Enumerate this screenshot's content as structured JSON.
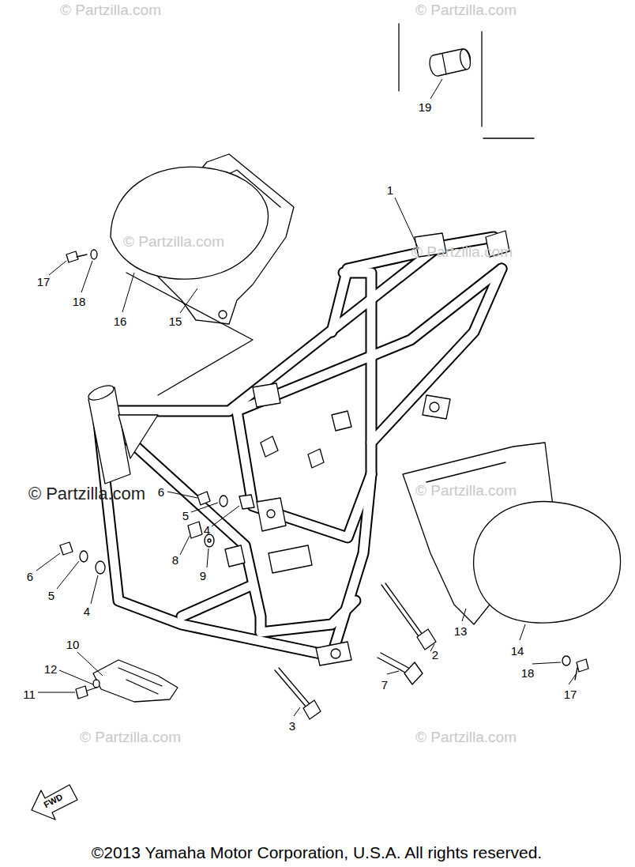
{
  "diagram": {
    "labels": [
      "19",
      "1",
      "17",
      "18",
      "16",
      "15",
      "6",
      "5",
      "4",
      "8",
      "9",
      "6",
      "5",
      "4",
      "2",
      "7",
      "3",
      "10",
      "12",
      "11",
      "13",
      "14",
      "18",
      "17",
      "FWD",
      "©2013 Yamaha Motor Corporation, U.S.A. All rights reserved.",
      "© Partzilla.com",
      "© Partzilla.com",
      "© Partzilla.com",
      "© Partzilla.com",
      "© Partzilla.com",
      "© Partzilla.com",
      "© Partzilla.com",
      "© Partzilla.com"
    ]
  }
}
